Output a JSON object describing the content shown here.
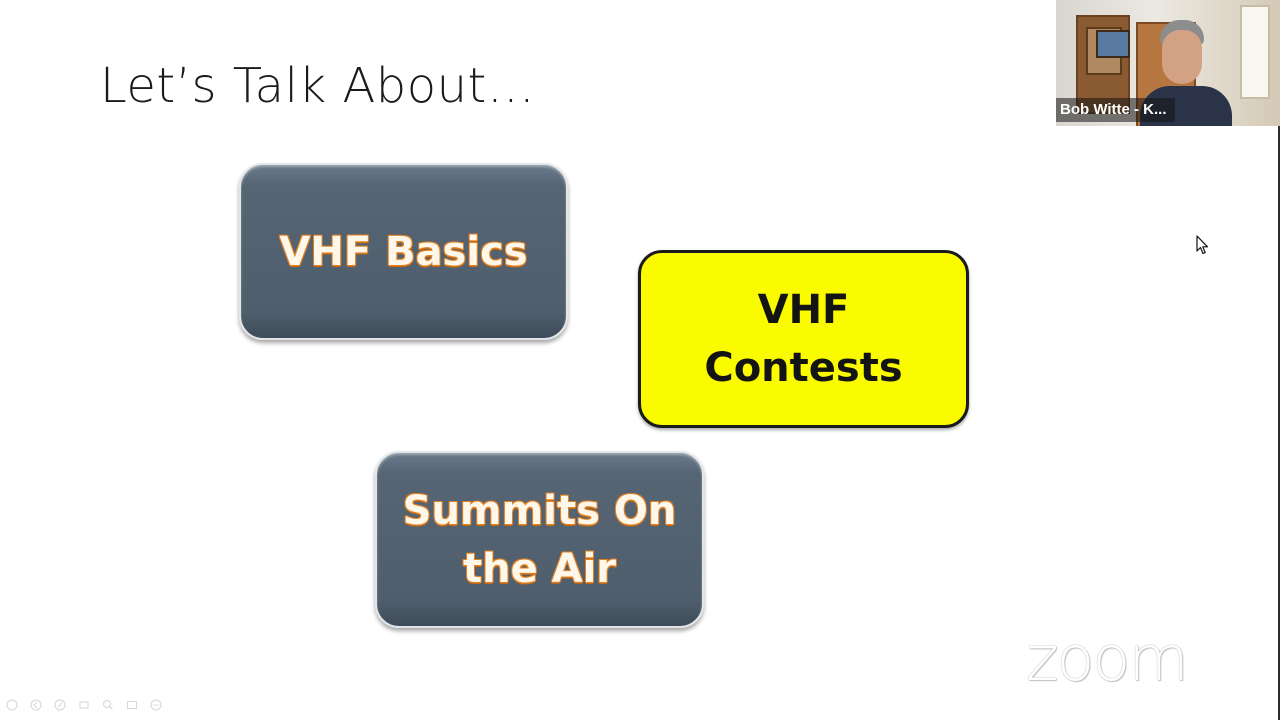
{
  "slide": {
    "title": "Let’s Talk About…",
    "topics": [
      {
        "label": "VHF Basics",
        "style": "gray"
      },
      {
        "label_line1": "VHF",
        "label_line2": "Contests",
        "style": "yellow",
        "fill_color": "#fbfb00"
      },
      {
        "label_line1": "Summits On",
        "label_line2": "the Air",
        "style": "gray"
      }
    ]
  },
  "video": {
    "participant_name": "Bob Witte - K..."
  },
  "branding": {
    "watermark": "zoom"
  },
  "toolbar": {
    "icons": [
      "pointer-icon",
      "back-icon",
      "pen-icon",
      "eraser-icon",
      "zoom-icon",
      "slides-icon",
      "more-icon"
    ]
  },
  "colors": {
    "box_gray": "#4f5e6d",
    "box_yellow": "#fbfb00",
    "text_outline": "#e27f1f"
  }
}
